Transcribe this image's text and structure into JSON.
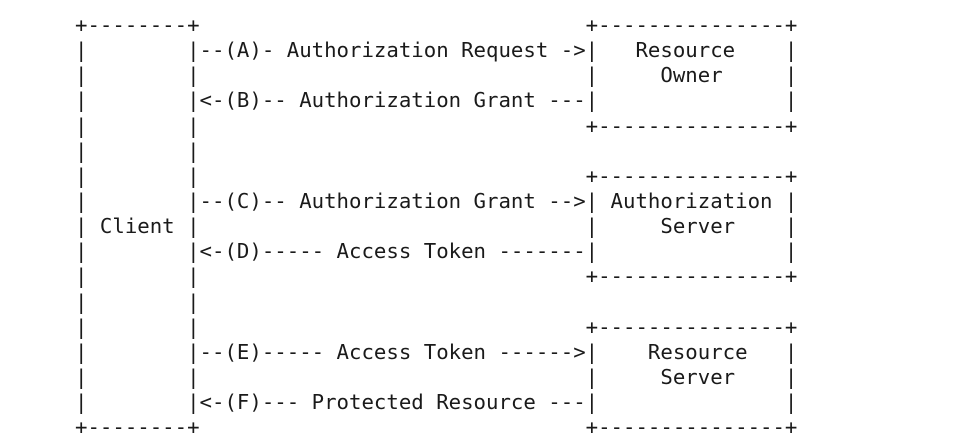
{
  "diagram": {
    "lines": [
      "+--------+                               +---------------+",
      "|        |--(A)- Authorization Request ->|   Resource    |",
      "|        |                               |     Owner     |",
      "|        |<-(B)-- Authorization Grant ---|               |",
      "|        |                               +---------------+",
      "|        |",
      "|        |                               +---------------+",
      "|        |--(C)-- Authorization Grant -->| Authorization |",
      "| Client |                               |     Server    |",
      "|        |<-(D)----- Access Token -------|               |",
      "|        |                               +---------------+",
      "|        |",
      "|        |                               +---------------+",
      "|        |--(E)----- Access Token ------>|    Resource   |",
      "|        |                               |     Server    |",
      "|        |<-(F)--- Protected Resource ---|               |",
      "+--------+                               +---------------+"
    ]
  }
}
